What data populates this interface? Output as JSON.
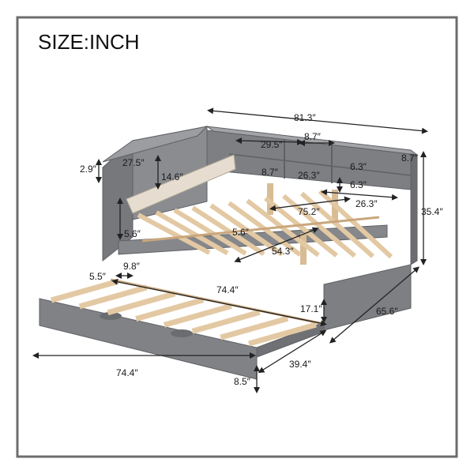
{
  "title": "SIZE:INCH",
  "colors": {
    "frame": "#7d7f83",
    "frame_dark": "#5f6165",
    "frame_light": "#9b9da1",
    "slat": "#e3c9a3",
    "slat_edge": "#c9a77d",
    "cushion": "#e6ddd0",
    "arrow": "#222222",
    "border": "#6d6d6d"
  },
  "dimensions": {
    "overall_length": "81.3″",
    "shelf_width": "29.5″",
    "shelf_gap": "8.7″",
    "shelf_depth_right": "8.7″",
    "top_thickness": "2.9″",
    "cabinet_width": "27.5″",
    "cabinet_height": "14.6″",
    "shelf_small_right_1": "6.3″",
    "shelf_small_right_2": "6.3″",
    "shelf_small_height": "8.7″",
    "middle_shelf": "26.3″",
    "right_shelf": "26.3″",
    "height": "35.4″",
    "slat_span": "75.2″",
    "rail_height": "5.6″",
    "slat_gap": "5.6″",
    "inner_width": "54.3″",
    "side_rail": "9.8″",
    "clearance": "5.5″",
    "trundle_inner_length": "74.4″",
    "trundle_height_upper": "17.1″",
    "depth": "65.6″",
    "trundle_length": "74.4″",
    "trundle_width": "39.4″",
    "trundle_height": "8.5″"
  }
}
